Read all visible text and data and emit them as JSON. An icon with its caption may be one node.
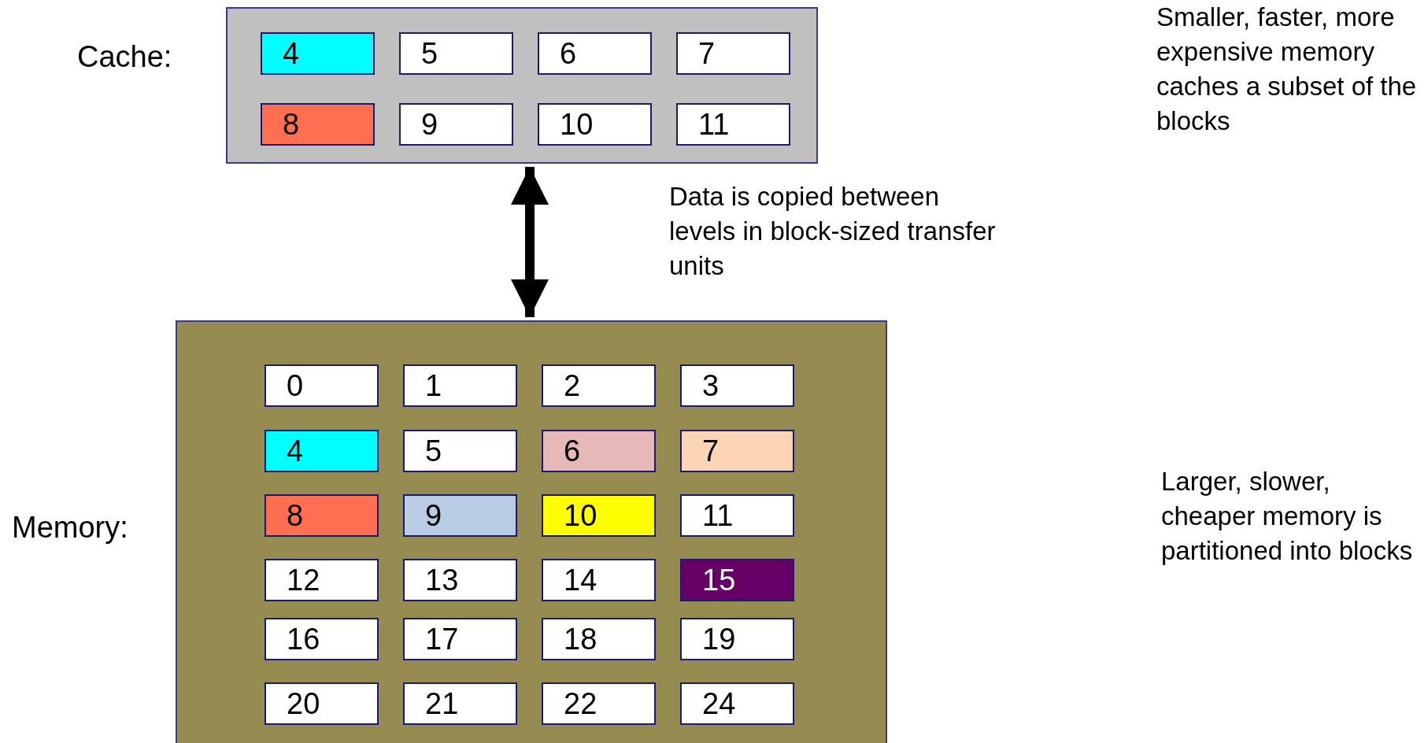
{
  "diagram": {
    "nodes": [
      {
        "text": [
          "Cache:"
        ]
      },
      {
        "text": [
          "4"
        ],
        "in": 0
      },
      {
        "text": [
          "5"
        ],
        "in": 0
      },
      {
        "text": [
          "6"
        ],
        "in": 0
      },
      {
        "text": [
          "7"
        ],
        "in": 0
      },
      {
        "text": [
          "8"
        ],
        "in": 0
      },
      {
        "text": [
          "9"
        ],
        "in": 0
      },
      {
        "text": [
          "10"
        ],
        "in": 0
      },
      {
        "text": [
          "11"
        ],
        "in": 0
      },
      {
        "text": [
          "Memory:"
        ]
      },
      {
        "text": [
          "0"
        ],
        "in": 9
      },
      {
        "text": [
          "1"
        ],
        "in": 9
      },
      {
        "text": [
          "2"
        ],
        "in": 9
      },
      {
        "text": [
          "3"
        ],
        "in": 9
      },
      {
        "text": [
          "4"
        ],
        "in": 9
      },
      {
        "text": [
          "5"
        ],
        "in": 9
      },
      {
        "text": [
          "6"
        ],
        "in": 9
      },
      {
        "text": [
          "7"
        ],
        "in": 9
      },
      {
        "text": [
          "8"
        ],
        "in": 9
      },
      {
        "text": [
          "9"
        ],
        "in": 9
      },
      {
        "text": [
          "10"
        ],
        "in": 9
      },
      {
        "text": [
          "11"
        ],
        "in": 9
      },
      {
        "text": [
          "12"
        ],
        "in": 9
      },
      {
        "text": [
          "13"
        ],
        "in": 9
      },
      {
        "text": [
          "14"
        ],
        "in": 9
      },
      {
        "text": [
          "15"
        ],
        "in": 9
      },
      {
        "text": [
          "16"
        ],
        "in": 9
      },
      {
        "text": [
          "17"
        ],
        "in": 9
      },
      {
        "text": [
          "18"
        ],
        "in": 9
      },
      {
        "text": [
          "19"
        ],
        "in": 9
      },
      {
        "text": [
          "20"
        ],
        "in": 9
      },
      {
        "text": [
          "21"
        ],
        "in": 9
      },
      {
        "text": [
          "22"
        ],
        "in": 9
      },
      {
        "text": [
          "24"
        ],
        "in": 9
      }
    ],
    "edges": [
      {
        "from": 0,
        "to": 9,
        "arrow": "both"
      }
    ],
    "labels": [
      "Smaller, faster, more expensive memory caches a subset of the blocks",
      "Data is copied between levels in block-sized transfer units",
      "Larger, slower, cheaper memory is partitioned into blocks"
    ]
  }
}
